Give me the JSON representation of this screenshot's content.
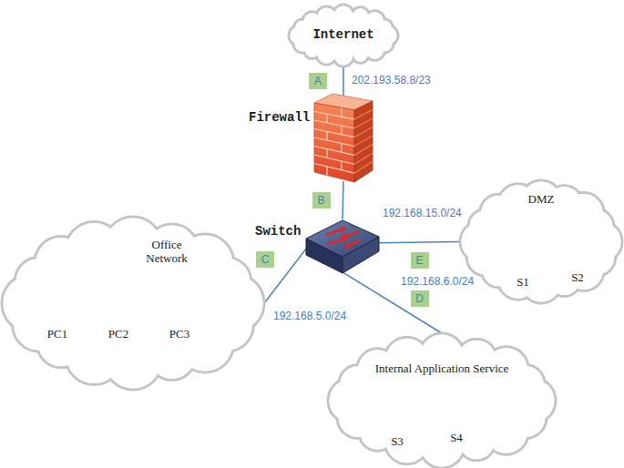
{
  "diagram": {
    "nodes": [
      {
        "text": [
          "Internet"
        ]
      },
      {
        "text": [
          "Firewall"
        ]
      },
      {
        "text": [
          "Switch"
        ]
      },
      {
        "text": [
          "DMZ"
        ]
      },
      {
        "text": [
          "S1"
        ],
        "in": 3
      },
      {
        "text": [
          "S2"
        ],
        "in": 3
      },
      {
        "text": [
          "Office Network"
        ]
      },
      {
        "text": [
          "PC1"
        ],
        "in": 6
      },
      {
        "text": [
          "PC2"
        ],
        "in": 6
      },
      {
        "text": [
          "PC3"
        ],
        "in": 6
      },
      {
        "text": [
          "Internal Application Service"
        ]
      },
      {
        "text": [
          "S3"
        ],
        "in": 10
      },
      {
        "text": [
          "S4"
        ],
        "in": 10
      }
    ],
    "edges": [
      {
        "from": 0,
        "to": 1,
        "arrow": "none",
        "label": "A"
      },
      {
        "from": 1,
        "to": 2,
        "arrow": "none",
        "label": "B"
      },
      {
        "from": 2,
        "to": 6,
        "arrow": "none",
        "label": "C"
      },
      {
        "from": 2,
        "to": 10,
        "arrow": "none",
        "label": "D"
      },
      {
        "from": 2,
        "to": 3,
        "arrow": "none",
        "label": "E"
      }
    ],
    "labels": [
      "202.193.58.8/23",
      "192.168.15.0/24",
      "192.168.5.0/24",
      "192.168.6.0/24"
    ]
  }
}
